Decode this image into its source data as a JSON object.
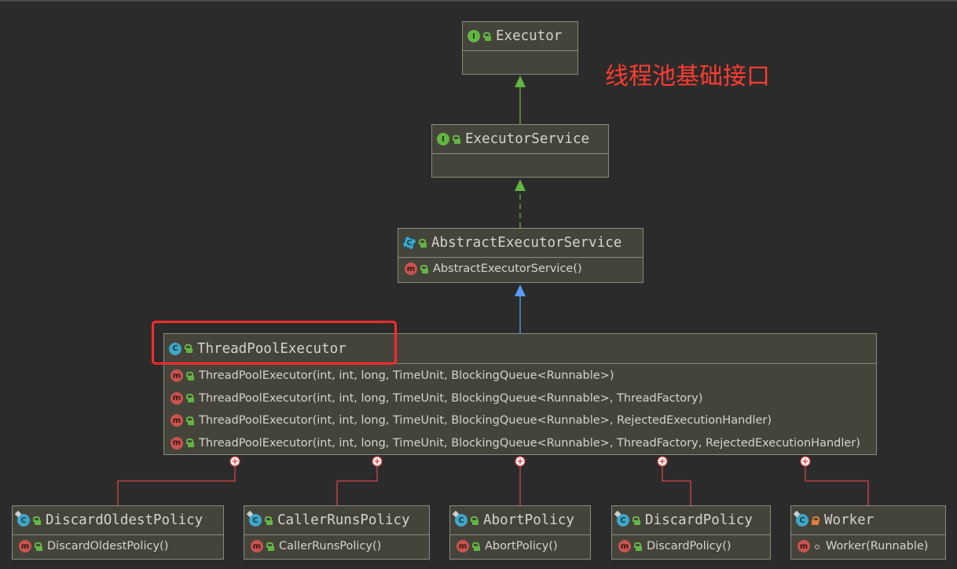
{
  "annotation": "线程池基础接口",
  "nodes": {
    "executor": {
      "name": "Executor",
      "kind": "interface",
      "members": []
    },
    "executor_service": {
      "name": "ExecutorService",
      "kind": "interface",
      "members": []
    },
    "abstract_executor_service": {
      "name": "AbstractExecutorService",
      "kind": "abstract-class",
      "members": [
        "AbstractExecutorService()"
      ]
    },
    "thread_pool_executor": {
      "name": "ThreadPoolExecutor",
      "kind": "class",
      "members": [
        "ThreadPoolExecutor(int, int, long, TimeUnit, BlockingQueue<Runnable>)",
        "ThreadPoolExecutor(int, int, long, TimeUnit, BlockingQueue<Runnable>, ThreadFactory)",
        "ThreadPoolExecutor(int, int, long, TimeUnit, BlockingQueue<Runnable>, RejectedExecutionHandler)",
        "ThreadPoolExecutor(int, int, long, TimeUnit, BlockingQueue<Runnable>, ThreadFactory, RejectedExecutionHandler)"
      ]
    },
    "discard_oldest_policy": {
      "name": "DiscardOldestPolicy",
      "kind": "class",
      "members": [
        "DiscardOldestPolicy()"
      ]
    },
    "caller_runs_policy": {
      "name": "CallerRunsPolicy",
      "kind": "class",
      "members": [
        "CallerRunsPolicy()"
      ]
    },
    "abort_policy": {
      "name": "AbortPolicy",
      "kind": "class",
      "members": [
        "AbortPolicy()"
      ]
    },
    "discard_policy": {
      "name": "DiscardPolicy",
      "kind": "class",
      "members": [
        "DiscardPolicy()"
      ]
    },
    "worker": {
      "name": "Worker",
      "kind": "class",
      "members": [
        "Worker(Runnable)"
      ]
    }
  },
  "relations": [
    {
      "from": "executor_service",
      "to": "executor",
      "type": "extends"
    },
    {
      "from": "abstract_executor_service",
      "to": "executor_service",
      "type": "implements"
    },
    {
      "from": "thread_pool_executor",
      "to": "abstract_executor_service",
      "type": "extends"
    },
    {
      "from": "discard_oldest_policy",
      "to": "thread_pool_executor",
      "type": "inner"
    },
    {
      "from": "caller_runs_policy",
      "to": "thread_pool_executor",
      "type": "inner"
    },
    {
      "from": "abort_policy",
      "to": "thread_pool_executor",
      "type": "inner"
    },
    {
      "from": "discard_policy",
      "to": "thread_pool_executor",
      "type": "inner"
    },
    {
      "from": "worker",
      "to": "thread_pool_executor",
      "type": "inner"
    }
  ],
  "colors": {
    "background": "#2b2b2b",
    "node_fill": "#45443a",
    "node_border": "#8a8a80",
    "extends_arrow": "#62b543",
    "implements_arrow": "#62b543",
    "class_extends_arrow": "#589df6",
    "inner_connector": "#d64545",
    "annotation": "#ff3b2f",
    "highlight": "#ff2b2b"
  }
}
